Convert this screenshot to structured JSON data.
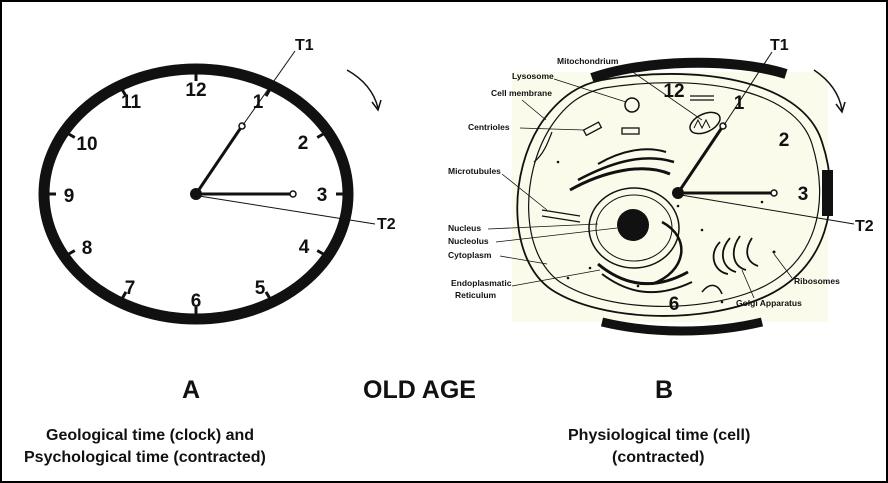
{
  "clock_a": {
    "numbers": [
      "12",
      "1",
      "2",
      "3",
      "4",
      "5",
      "6",
      "7",
      "8",
      "9",
      "10",
      "11"
    ],
    "t1": "T1",
    "t2": "T2"
  },
  "clock_b": {
    "numbers": [
      "12",
      "1",
      "2",
      "3",
      "6"
    ],
    "t1": "T1",
    "t2": "T2"
  },
  "cell_labels": {
    "mitochondrion": "Mitochondrium",
    "lysosome": "Lysosome",
    "cell_membrane": "Cell membrane",
    "centrioles": "Centrioles",
    "microtubules": "Microtubules",
    "nucleus": "Nucleus",
    "nucleolus": "Nucleolus",
    "cytoplasm": "Cytoplasm",
    "er_line1": "Endoplasmatic",
    "er_line2": "Reticulum",
    "ribosomes": "Ribosomes",
    "golgi": "Golgi Apparatus"
  },
  "captions": {
    "letter_a": "A",
    "center": "OLD AGE",
    "letter_b": "B",
    "a_line1": "Geological time (clock) and",
    "a_line2": "Psychological time (contracted)",
    "b_line1": "Physiological time (cell)",
    "b_line2": "(contracted)"
  }
}
